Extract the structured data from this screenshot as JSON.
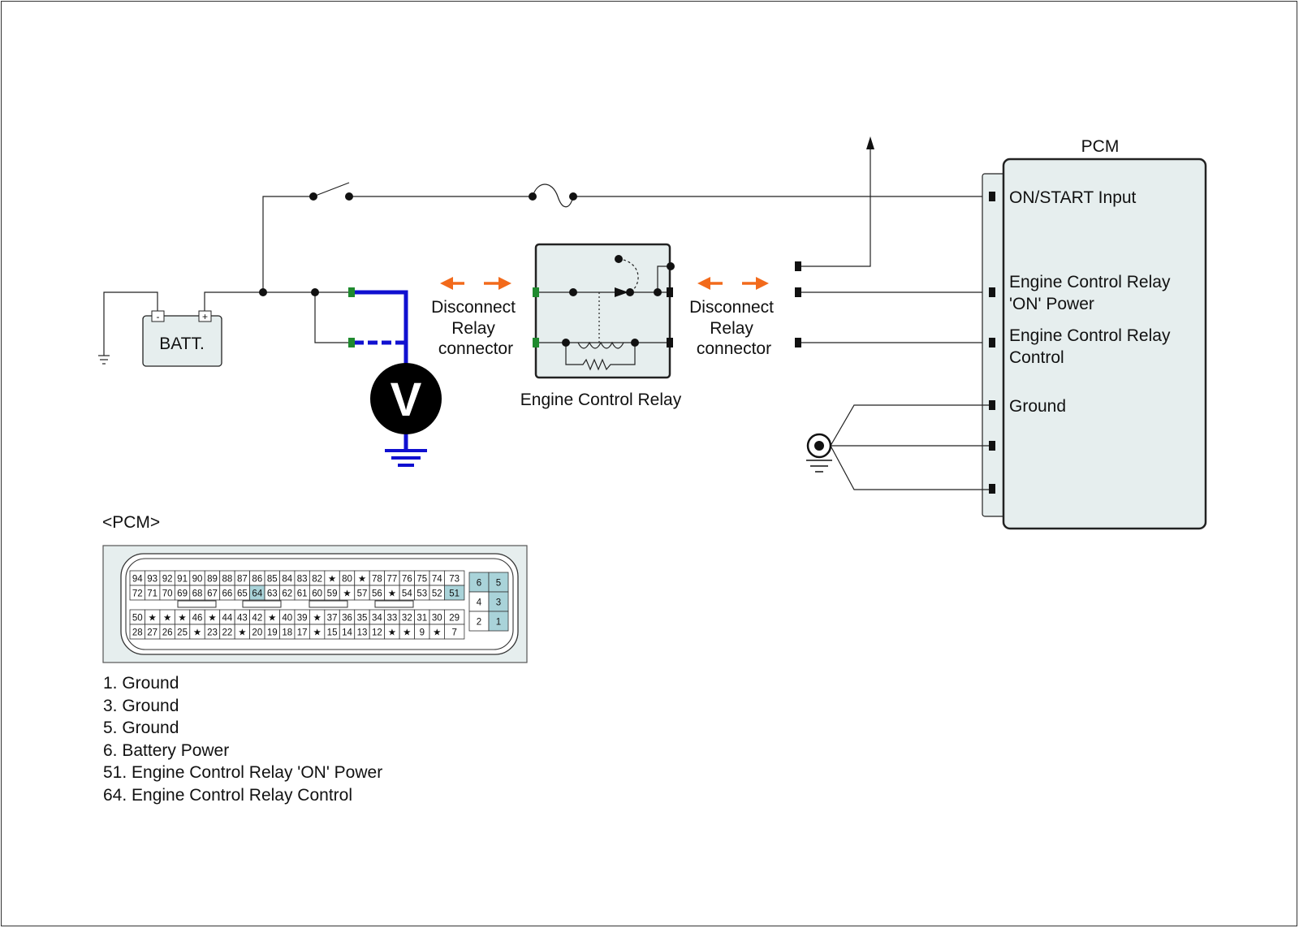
{
  "labels": {
    "batt": "BATT.",
    "batt_neg": "-",
    "batt_pos": "+",
    "voltmeter": "V",
    "disconnect_left": [
      "Disconnect",
      "Relay",
      "connector"
    ],
    "disconnect_right": [
      "Disconnect",
      "Relay",
      "connector"
    ],
    "relay_name": "Engine Control Relay",
    "pcm_title": "PCM",
    "pcm_pins": {
      "on_start": "ON/START Input",
      "ecr_on_power_1": "Engine Control Relay",
      "ecr_on_power_2": "'ON' Power",
      "ecr_control_1": "Engine Control Relay",
      "ecr_control_2": "Control",
      "ground": "Ground"
    }
  },
  "connector": {
    "title": "<PCM>",
    "row1": [
      "94",
      "93",
      "92",
      "91",
      "90",
      "89",
      "88",
      "87",
      "86",
      "85",
      "84",
      "83",
      "82",
      "★",
      "80",
      "★",
      "78",
      "77",
      "76",
      "75",
      "74",
      "73"
    ],
    "row2": [
      "72",
      "71",
      "70",
      "69",
      "68",
      "67",
      "66",
      "65",
      "64",
      "63",
      "62",
      "61",
      "60",
      "59",
      "★",
      "57",
      "56",
      "★",
      "54",
      "53",
      "52",
      "51"
    ],
    "row3": [
      "50",
      "★",
      "★",
      "★",
      "46",
      "★",
      "44",
      "43",
      "42",
      "★",
      "40",
      "39",
      "★",
      "37",
      "36",
      "35",
      "34",
      "33",
      "32",
      "31",
      "30",
      "29"
    ],
    "row4": [
      "28",
      "27",
      "26",
      "25",
      "★",
      "23",
      "22",
      "★",
      "20",
      "19",
      "18",
      "17",
      "★",
      "15",
      "14",
      "13",
      "12",
      "★",
      "★",
      "9",
      "★",
      "7"
    ],
    "side": [
      [
        "6",
        "5"
      ],
      [
        "4",
        "3"
      ],
      [
        "2",
        "1"
      ]
    ],
    "highlighted": [
      "64",
      "51",
      "6",
      "5",
      "3",
      "1"
    ],
    "highlight_color": "#a9d3d9"
  },
  "legend": [
    "1. Ground",
    "3. Ground",
    "5. Ground",
    "6. Battery Power",
    "51. Engine Control Relay 'ON' Power",
    "64. Engine Control Relay Control"
  ],
  "colors": {
    "probe_wire": "#1010d0",
    "disconnect_arrow": "#f26a1b",
    "terminal_green": "#1f8a2e",
    "box_fill": "#e6eeee"
  }
}
